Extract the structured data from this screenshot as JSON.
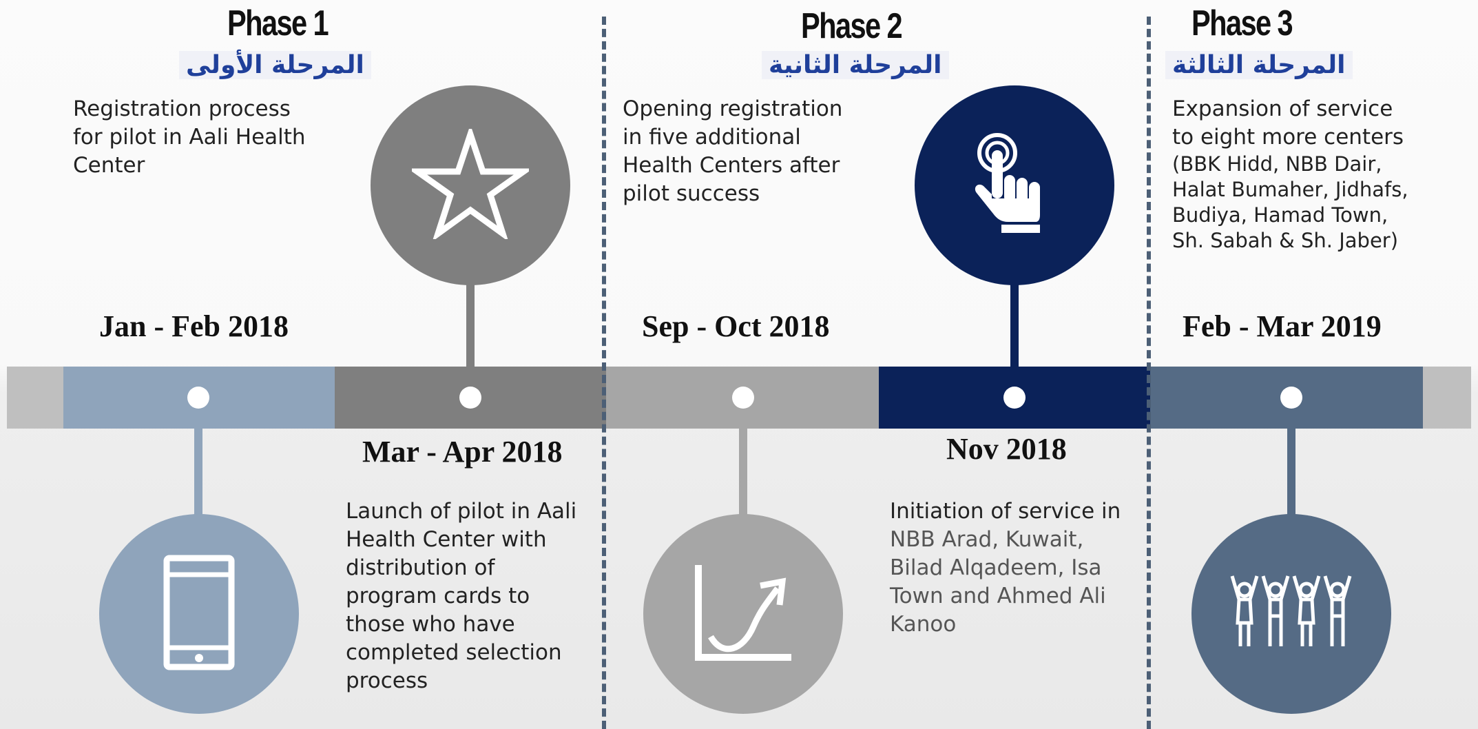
{
  "phases": [
    {
      "title": "Phase 1",
      "arabic": "المرحلة الأولى"
    },
    {
      "title": "Phase 2",
      "arabic": "المرحلة الثانية"
    },
    {
      "title": "Phase 3",
      "arabic": "المرحلة الثالثة"
    }
  ],
  "milestones": [
    {
      "date": "Jan - Feb 2018",
      "text": [
        "Registration process",
        "for pilot in Aali Health",
        "Center"
      ],
      "icon": "tablet-icon",
      "color": "#8fa4bb"
    },
    {
      "date": "Mar - Apr 2018",
      "text": [
        "Launch of pilot in Aali",
        "Health Center with",
        "distribution of",
        "program cards to",
        "those who have",
        "completed selection",
        "process"
      ],
      "icon": "star-icon",
      "color": "#7f7f7f"
    },
    {
      "date": "Sep - Oct 2018",
      "text": [
        "Opening registration",
        "in five additional",
        "Health Centers after",
        "pilot success"
      ],
      "icon": "growth-chart-icon",
      "color": "#a6a6a6"
    },
    {
      "date": "Nov 2018",
      "text": [
        "Initiation of service in",
        "NBB Arad, Kuwait,",
        "Bilad Alqadeem, Isa",
        "Town and Ahmed Ali",
        "Kanoo"
      ],
      "icon": "tap-hand-icon",
      "color": "#0b2259"
    },
    {
      "date": "Feb - Mar 2019",
      "text": [
        "Expansion of service",
        "to eight more centers",
        "(BBK Hidd, NBB Dair,",
        "Halat Bumaher, Jidhafs,",
        "Budiya, Hamad Town,",
        "Sh. Sabah & Sh. Jaber)"
      ],
      "icon": "people-group-icon",
      "color": "#556b85"
    }
  ]
}
